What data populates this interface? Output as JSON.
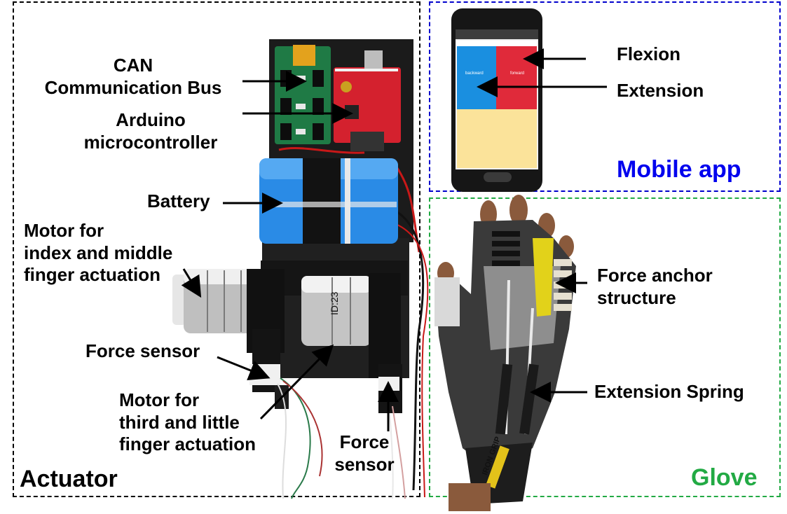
{
  "panels": {
    "actuator": {
      "title": "Actuator",
      "border_color": "#000000",
      "title_color": "#000000"
    },
    "mobile_app": {
      "title": "Mobile app",
      "border_color": "#0000cc",
      "title_color": "#0000ee"
    },
    "glove": {
      "title": "Glove",
      "border_color": "#22aa44",
      "title_color": "#22aa44"
    }
  },
  "labels": {
    "can_bus": "CAN\nCommunication Bus",
    "arduino": "Arduino\nmicrocontroller",
    "battery": "Battery",
    "motor_index_middle": "Motor for\nindex and middle\nfinger actuation",
    "force_sensor_left": "Force sensor",
    "motor_third_little": "Motor for\nthird and little\nfinger actuation",
    "force_sensor_right": "Force\nsensor",
    "flexion": "Flexion",
    "extension": "Extension",
    "force_anchor": "Force anchor\nstructure",
    "extension_spring": "Extension Spring"
  },
  "phone_screen": {
    "left_button": "backward",
    "right_button": "forward",
    "colors": {
      "blue": "#1a8fe0",
      "red": "#e02a3a",
      "yellow": "#fbe39a"
    }
  },
  "motor_marking": "ID:23",
  "glove_brand": "IRON GRIP"
}
